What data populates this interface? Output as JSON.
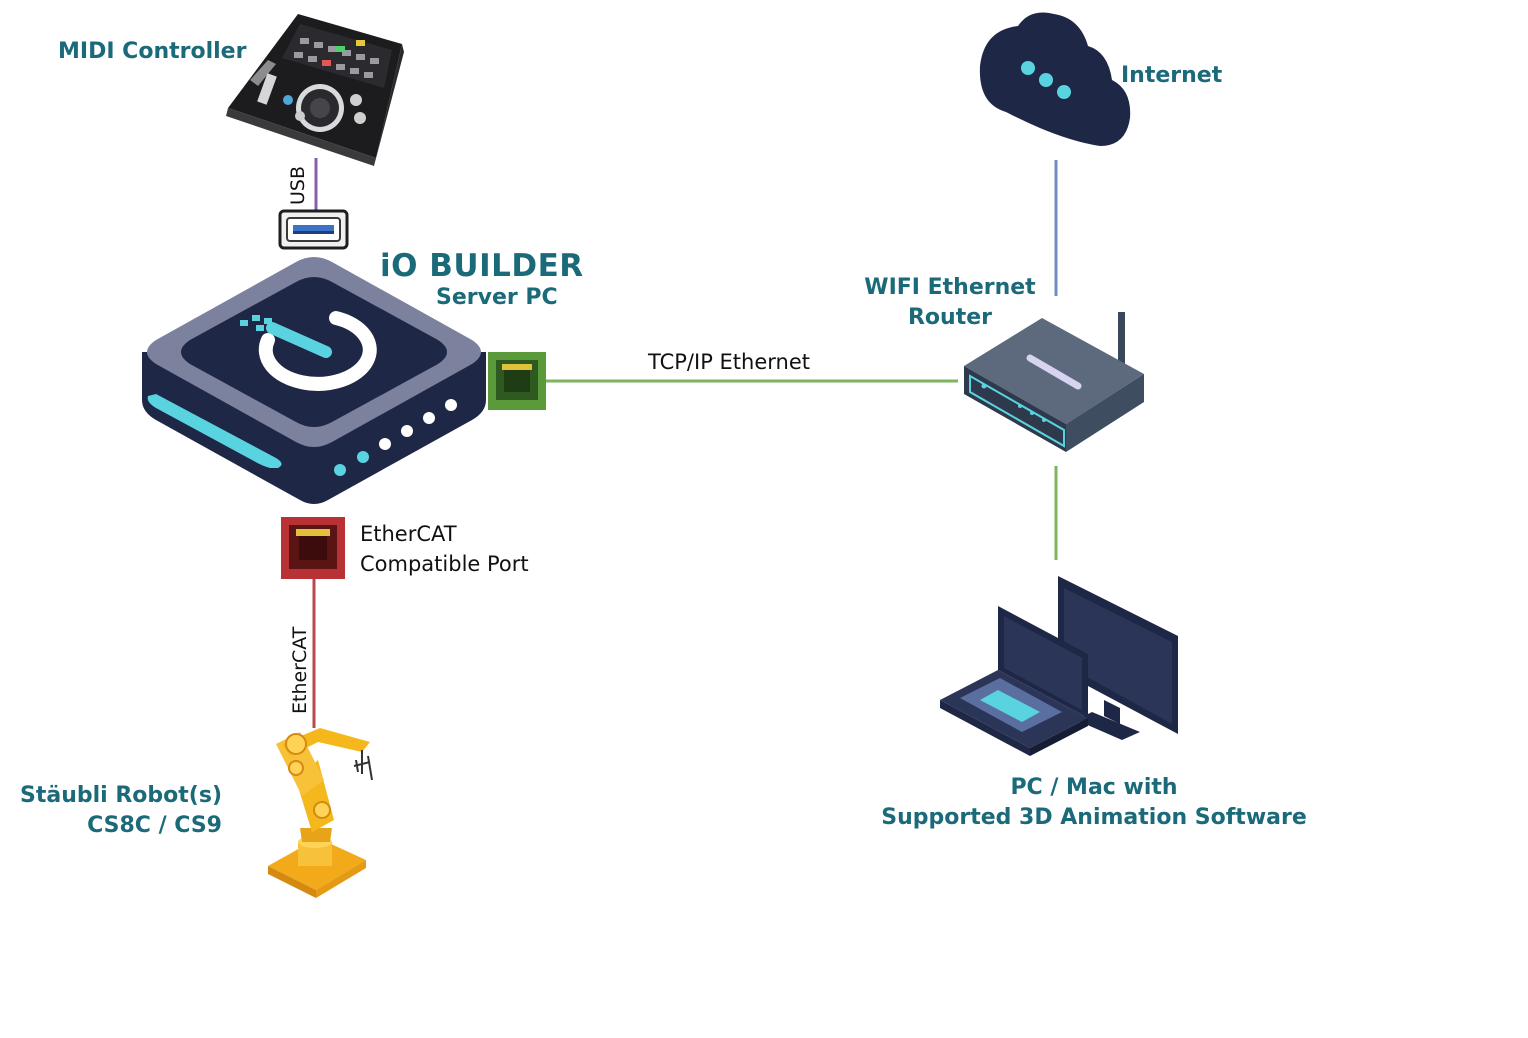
{
  "devices": {
    "midi_controller": {
      "label": "MIDI Controller"
    },
    "internet": {
      "label": "Internet"
    },
    "server": {
      "brand": "iO BUILDER",
      "label": "Server PC"
    },
    "router": {
      "label_line1": "WIFI Ethernet",
      "label_line2": "Router"
    },
    "ethercat_port": {
      "label_line1": "EtherCAT",
      "label_line2": "Compatible Port"
    },
    "robot": {
      "label_line1": "Stäubli Robot(s)",
      "label_line2": "CS8C / CS9"
    },
    "workstation": {
      "label_line1": "PC / Mac with",
      "label_line2": "Supported 3D Animation Software"
    }
  },
  "connections": {
    "usb": {
      "label": "USB",
      "color": "#8a5ea6"
    },
    "tcpip": {
      "label": "TCP/IP Ethernet",
      "color": "#7fb35f"
    },
    "ethercat": {
      "label": "EtherCAT",
      "color": "#b84a4a"
    },
    "internet_link": {
      "color": "#6f8fc2"
    },
    "router_pc_link": {
      "color": "#7fb35f"
    }
  },
  "colors": {
    "label_teal": "#1b6a7a",
    "navy": "#1e2746",
    "cyan": "#5ad3e0",
    "port_green": "#5a9a3a",
    "port_red": "#b83235",
    "robot_yellow": "#f5b81c"
  }
}
